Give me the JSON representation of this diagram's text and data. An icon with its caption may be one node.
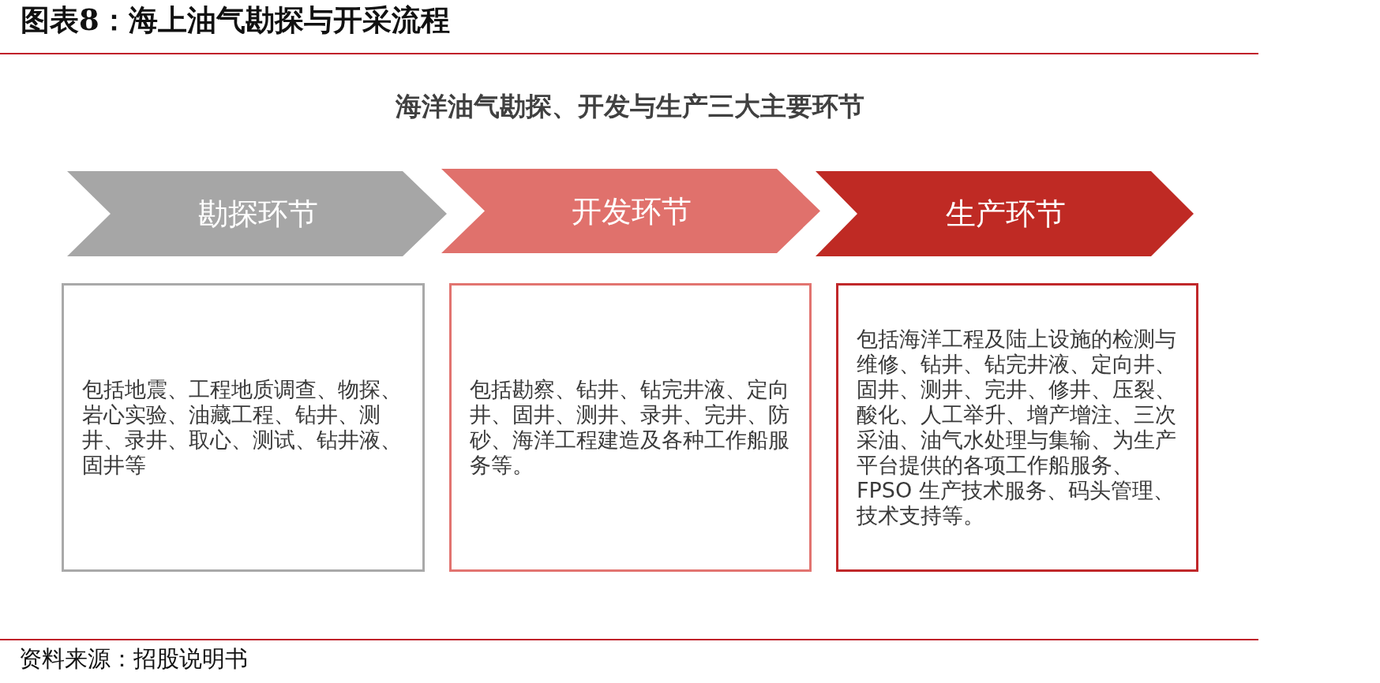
{
  "diagram": {
    "title": "图表8：海上油气勘探与开采流程",
    "caption": "资料来源：招股说明书",
    "nodes": [
      {
        "text": [
          "勘探环节"
        ]
      },
      {
        "text": [
          "开发环节"
        ]
      },
      {
        "text": [
          "生产环节"
        ]
      },
      {
        "text": [
          "包括地震、工程地质调查、物探、岩心实验、油藏工程、钻井、测井、录井、取心、测试、钻井液、固井等"
        ]
      },
      {
        "text": [
          "包括勘察、钻井、钻完井液、定向井、固井、测井、录井、完井、防砂、海洋工程建造及各种工作船服务等。"
        ]
      },
      {
        "text": [
          "包括海洋工程及陆上设施的检测与维修、钻井、钻完井液、定向井、固井、测井、完井、修井、压裂、酸化、人工举升、增产增注、三次采油、油气水处理与集输、为生产平台提供的各项工作船服务、FPSO 生产技术服务、码头管理、技术支持等。"
        ]
      }
    ],
    "labels": [
      "海洋油气勘探、开发与生产三大主要环节"
    ]
  }
}
